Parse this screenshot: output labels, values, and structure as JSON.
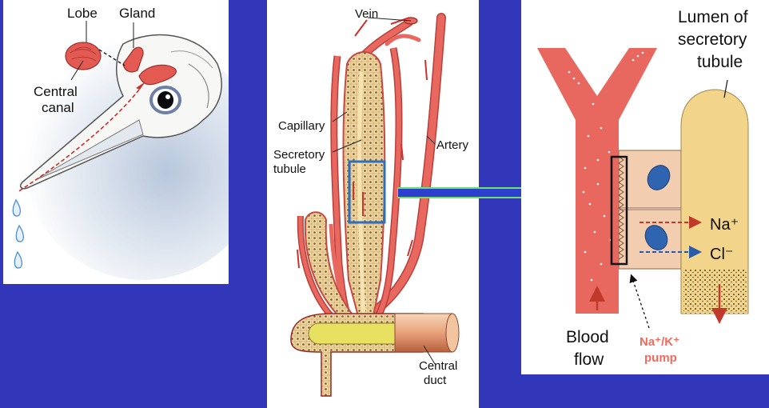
{
  "panel_head": {
    "labels": {
      "lobe": "Lobe",
      "gland": "Gland",
      "central_canal_1": "Central",
      "central_canal_2": "canal"
    }
  },
  "panel_gland": {
    "labels": {
      "vein": "Vein",
      "capillary": "Capillary",
      "secretory_tubule_1": "Secretory",
      "secretory_tubule_2": "tubule",
      "artery": "Artery",
      "central_duct_1": "Central",
      "central_duct_2": "duct"
    }
  },
  "panel_cells": {
    "labels": {
      "lumen_1": "Lumen of",
      "lumen_2": "secretory",
      "lumen_3": "tubule",
      "na": "Na⁺",
      "cl": "Cl⁻",
      "blood_flow_1": "Blood",
      "blood_flow_2": "flow",
      "pump_1": "Na⁺/K⁺",
      "pump_2": "pump"
    }
  },
  "colors": {
    "background": "#3236b8",
    "vessel": "#e8675f",
    "tubule": "#f2d48a",
    "cell": "#f3cdb0",
    "nucleus": "#2f64b0",
    "arrow_red": "#d0312d",
    "arrow_green": "#3a9a3a",
    "highlight_box": "#2e6fc0",
    "pump_text": "#f26a5e"
  }
}
